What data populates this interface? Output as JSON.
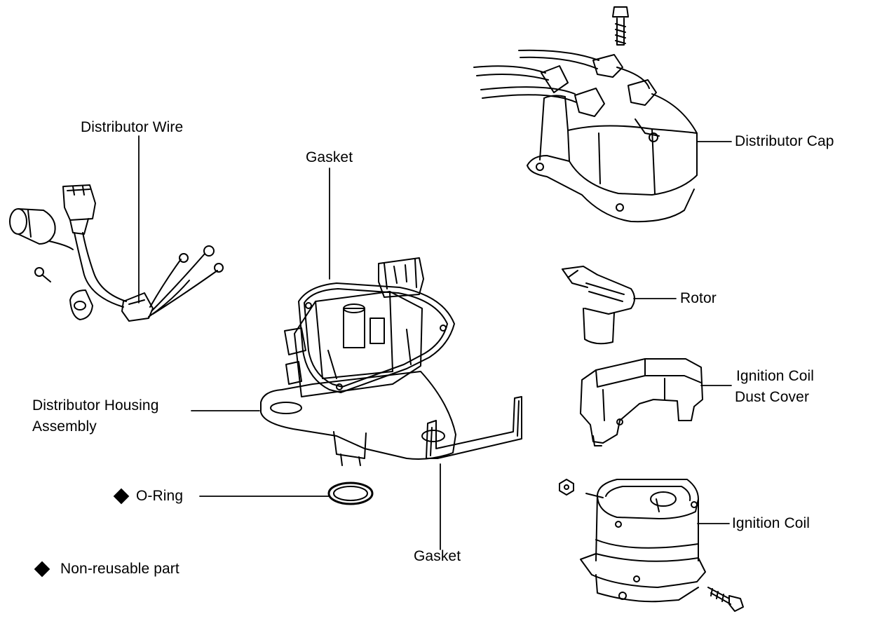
{
  "labels": {
    "distributor_wire": "Distributor Wire",
    "gasket_top": "Gasket",
    "distributor_cap": "Distributor Cap",
    "rotor": "Rotor",
    "ignition_coil_dust_cover_1": "Ignition Coil",
    "ignition_coil_dust_cover_2": "Dust Cover",
    "distributor_housing_1": "Distributor Housing",
    "distributor_housing_2": "Assembly",
    "o_ring": "O-Ring",
    "gasket_bottom": "Gasket",
    "ignition_coil": "Ignition Coil",
    "legend_text": "Non-reusable part"
  },
  "icons": {
    "non_reusable": "diamond-icon"
  }
}
